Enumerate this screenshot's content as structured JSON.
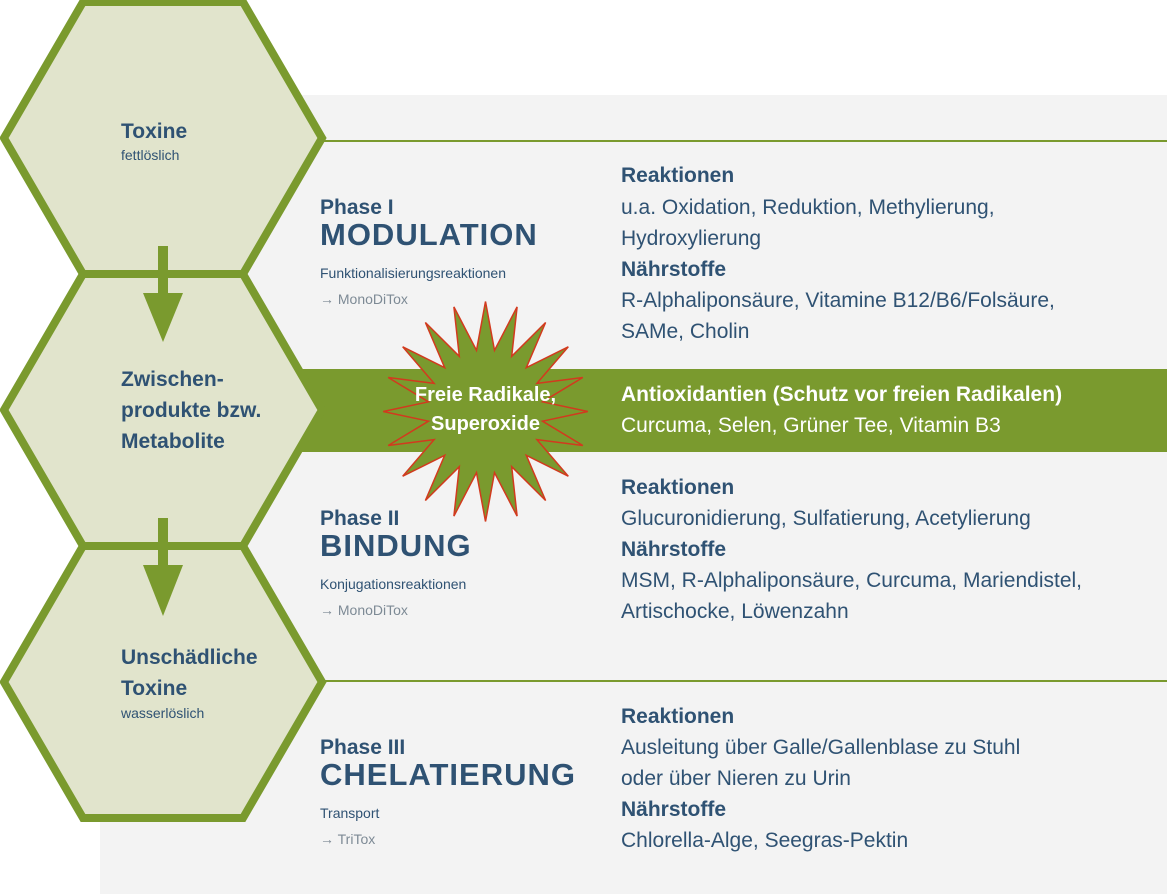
{
  "hexagons": [
    {
      "title_lines": [
        "Toxine"
      ],
      "sub": "fettlöslich"
    },
    {
      "title_lines": [
        "Zwischen-",
        "produkte bzw.",
        "Metabolite"
      ],
      "sub": ""
    },
    {
      "title_lines": [
        "Unschädliche",
        "Toxine"
      ],
      "sub": "wasserlöslich"
    }
  ],
  "phases": [
    {
      "label": "Phase I",
      "title": "MODULATION",
      "desc": "Funktionalisierungsreaktionen",
      "link": "→ MonoDiTox"
    },
    {
      "label": "Phase II",
      "title": "BINDUNG",
      "desc": "Konjugationsreaktionen",
      "link": "→ MonoDiTox"
    },
    {
      "label": "Phase III",
      "title": "CHELATIERUNG",
      "desc": "Transport",
      "link": "→ TriTox"
    }
  ],
  "details": [
    {
      "reaktionen_heading": "Reaktionen",
      "reaktionen_lines": [
        "u.a. Oxidation, Reduktion, Methylierung,",
        "Hydroxylierung"
      ],
      "naehrstoffe_heading": "Nährstoffe",
      "naehrstoffe_lines": [
        "R-Alphaliponsäure, Vitamine B12/B6/Folsäure,",
        "SAMe, Cholin"
      ]
    },
    {
      "reaktionen_heading": "Reaktionen",
      "reaktionen_lines": [
        "Glucuronidierung, Sulfatierung, Acetylierung"
      ],
      "naehrstoffe_heading": "Nährstoffe",
      "naehrstoffe_lines": [
        "MSM, R-Alphaliponsäure, Curcuma, Mariendistel,",
        "Artischocke, Löwenzahn"
      ]
    },
    {
      "reaktionen_heading": "Reaktionen",
      "reaktionen_lines": [
        "Ausleitung über Galle/Gallenblase zu Stuhl",
        "oder über Nieren zu Urin"
      ],
      "naehrstoffe_heading": "Nährstoffe",
      "naehrstoffe_lines": [
        "Chlorella-Alge, Seegras-Pektin"
      ]
    }
  ],
  "radicals": {
    "lines": [
      "Freie Radikale,",
      "Superoxide"
    ]
  },
  "antioxidants": {
    "heading": "Antioxidantien (Schutz vor freien Radikalen)",
    "text": "Curcuma, Selen, Grüner Tee, Vitamin B3"
  },
  "colors": {
    "green": "#7a9a2e",
    "hex_fill": "#e1e4cc",
    "text_blue": "#2f5273",
    "star_stroke": "#d23a1e",
    "panel": "#f3f3f3"
  }
}
